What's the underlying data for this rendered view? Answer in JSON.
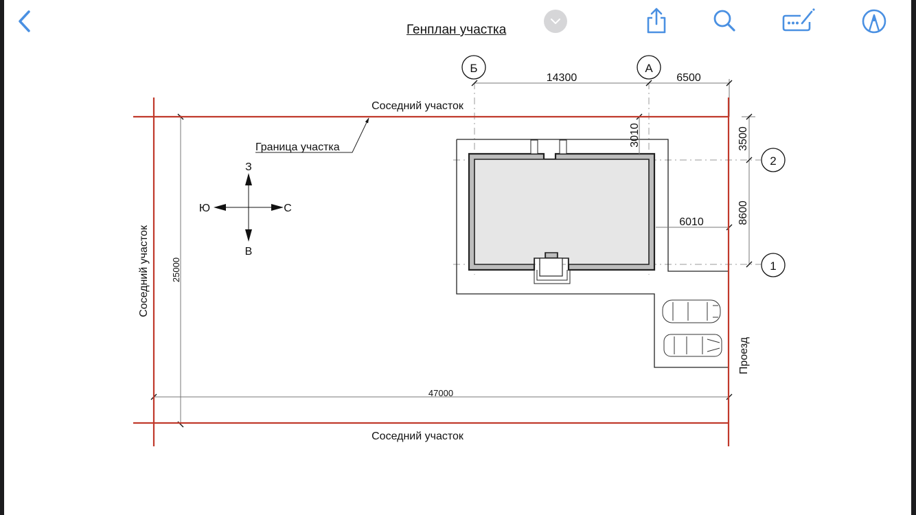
{
  "toolbar": {
    "back_icon": "chevron-left-icon",
    "dropdown_icon": "chevron-down-icon",
    "share_icon": "share-icon",
    "search_icon": "search-icon",
    "signature_icon": "signature-icon",
    "markup_icon": "markup-icon",
    "accent_color": "#4a90e2"
  },
  "document": {
    "title": "Генплан участка",
    "labels": {
      "neighbor_top": "Соседний участок",
      "neighbor_bottom": "Соседний участок",
      "neighbor_left": "Соседний участок",
      "boundary": "Граница участка",
      "driveway": "Проезд"
    },
    "compass": {
      "north": "З",
      "south": "В",
      "west": "Ю",
      "east": "С"
    },
    "axes": {
      "col_b": "Б",
      "col_a": "А",
      "row_2": "2",
      "row_1": "1"
    },
    "dimensions": {
      "b_to_a": "14300",
      "a_to_edge": "6500",
      "top_offset": "3010",
      "edge_to_row2": "3500",
      "row2_to_row1": "8600",
      "right_offset": "6010",
      "plot_width": "47000",
      "plot_depth": "25000"
    },
    "colors": {
      "boundary": "#c0392b",
      "building_fill": "#e6e6e6",
      "wall": "#bdbdbd"
    }
  }
}
